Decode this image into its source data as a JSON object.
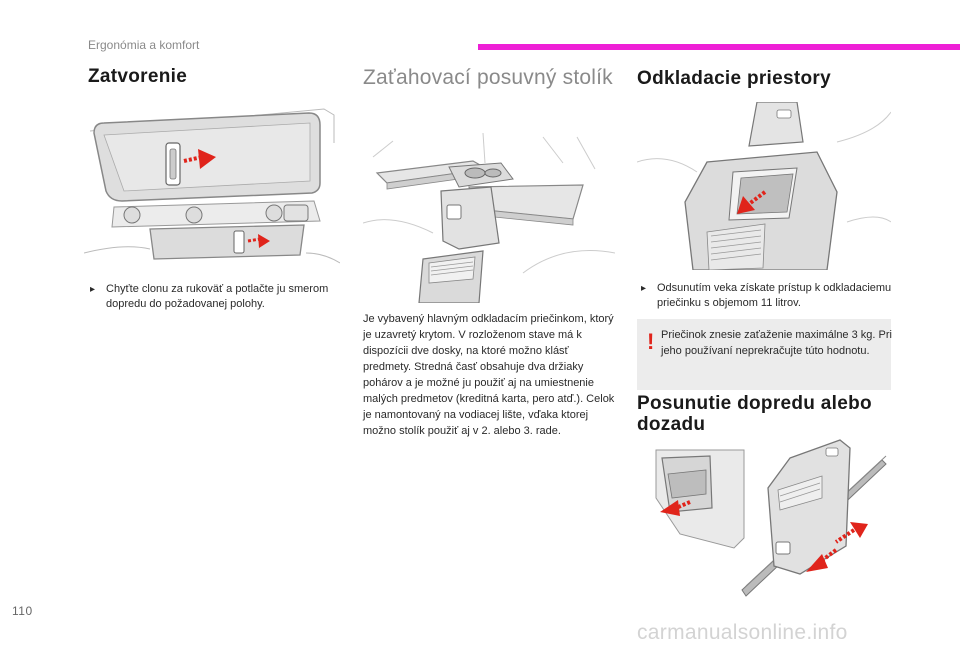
{
  "header": {
    "section": "Ergonómia a komfort",
    "accent_color": "#ee1fd6"
  },
  "col1": {
    "title": "Zatvorenie",
    "bullet_icon": "triangle-right-icon",
    "bullet": "Chyťte clonu za rukoväť a potlačte ju smerom dopredu do požadovanej polohy."
  },
  "col2": {
    "title": "Zaťahovací posuvný stolík",
    "body": "Je vybavený hlavným odkladacím priečinkom, ktorý je uzavretý krytom. V rozloženom stave má k dispozícii dve dosky, na ktoré možno klásť predmety. Stredná časť obsahuje dva držiaky pohárov a je možné ju použiť aj na umiestnenie malých predmetov (kreditná karta, pero atď.). Celok je namontovaný na vodiacej lište, vďaka ktorej možno stolík použiť aj v 2. alebo 3. rade."
  },
  "col3": {
    "title": "Odkladacie priestory",
    "bullet": "Odsunutím veka získate prístup k odkladaciemu priečinku s objemom 11 litrov.",
    "warning": {
      "icon": "exclamation-icon",
      "text": "Priečinok znesie zaťaženie maximálne 3 kg. Pri jeho používaní neprekračujte túto hodnotu."
    },
    "title2": "Posunutie dopredu alebo dozadu"
  },
  "footer": {
    "page_number": "110",
    "watermark": "carmanualsonline.info"
  },
  "colors": {
    "arrow": "#e0241b",
    "warning_bg": "#ececec"
  }
}
